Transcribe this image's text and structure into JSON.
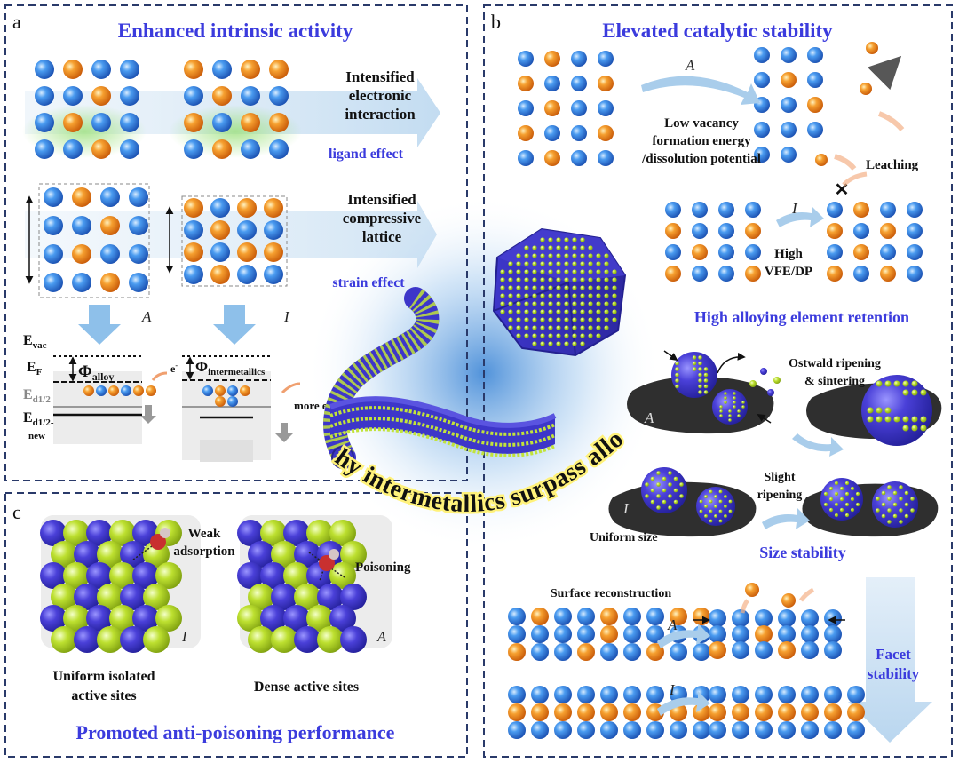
{
  "panels": {
    "a": {
      "letter": "a",
      "title": "Enhanced intrinsic activity",
      "electronic": [
        "Intensified",
        "electronic",
        "interaction"
      ],
      "ligand": "ligand effect",
      "compressive": [
        "Intensified",
        "compressive",
        "lattice"
      ],
      "strain": "strain effect",
      "label_A": "A",
      "label_I": "I",
      "e_vac": "E",
      "e_vac_sub": "vac",
      "e_f": "E",
      "e_f_sub": "F",
      "phi_alloy": "Φ",
      "phi_alloy_sub": "alloy",
      "phi_inter": "Φ",
      "phi_inter_sub": "intermetallics",
      "e_minus": "e",
      "ed12": "E",
      "ed12_sub": "d1/2",
      "ed12new": "E",
      "ed12new_sub": "d1/2-",
      "new": "new",
      "more_e": "more e"
    },
    "b": {
      "letter": "b",
      "title": "Elevated catalytic stability",
      "label_A": "A",
      "label_I": "I",
      "low_vacancy": [
        "Low vacancy",
        "formation energy",
        "/dissolution potential"
      ],
      "leaching": "Leaching",
      "high_vfe": [
        "High",
        "VFE/DP"
      ],
      "retention": "High alloying element retention",
      "ostwald": [
        "Ostwald ripening",
        "& sintering"
      ],
      "slight": [
        "Slight",
        "ripening"
      ],
      "uniform_size": "Uniform size",
      "size_stability": "Size stability",
      "surface_recon": "Surface reconstruction",
      "facet": [
        "Facet",
        "stability"
      ],
      "cross": "✕"
    },
    "c": {
      "letter": "c",
      "title": "Promoted anti-poisoning performance",
      "weak": [
        "Weak",
        "adsorption"
      ],
      "poisoning": "Poisoning",
      "label_I": "I",
      "label_A": "A",
      "uniform": [
        "Uniform isolated",
        "active sites"
      ],
      "dense": "Dense active sites"
    },
    "center": {
      "question": "Why intermetallics surpass alloy?"
    }
  },
  "colors": {
    "title_blue": "#3b3bdd",
    "atom_blue": "#2f7fe0",
    "atom_orange": "#f08a1e",
    "atom_lime": "#b7dc2a",
    "atom_indigo": "#3d36c9",
    "arrow_light": "#a9cdeb"
  }
}
